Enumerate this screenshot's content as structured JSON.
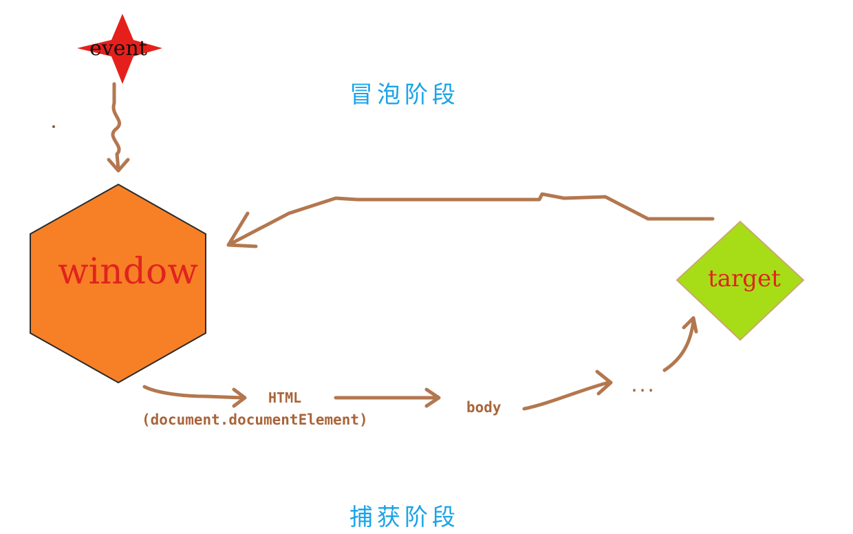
{
  "labels": {
    "event": "event",
    "bubble_phase": "冒泡阶段",
    "window": "window",
    "target": "target",
    "html": "HTML",
    "html_sub": "(document.documentElement)",
    "body": "body",
    "ellipsis": "...",
    "capture_phase": "捕获阶段"
  },
  "colors": {
    "arrow": "#b3774f",
    "window_fill": "#f78026",
    "target_fill": "#a7dd17",
    "label_red": "#e0231f",
    "star_red": "#e5201c",
    "phase_blue": "#1aa3e8"
  }
}
